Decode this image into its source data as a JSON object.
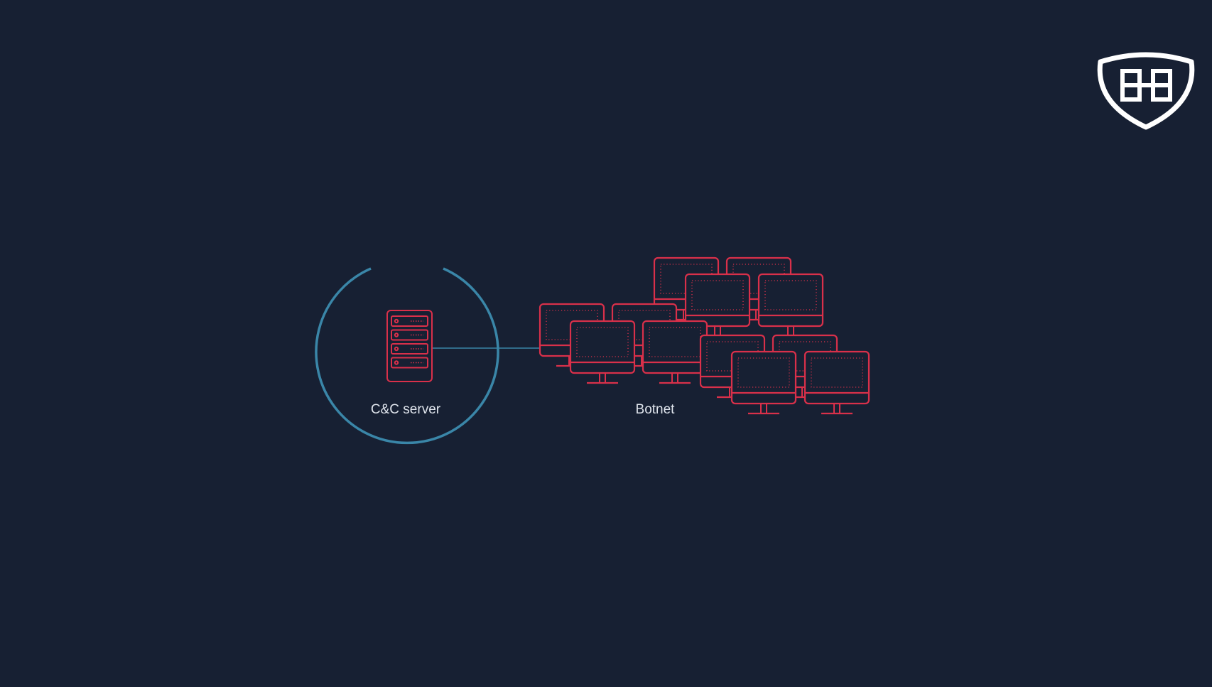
{
  "diagram": {
    "server_label": "C&C server",
    "botnet_label": "Botnet",
    "bot_count": 12
  },
  "colors": {
    "background": "#172033",
    "bot": "#d9304a",
    "ring": "#3a86a8",
    "logo": "#ffffff"
  }
}
